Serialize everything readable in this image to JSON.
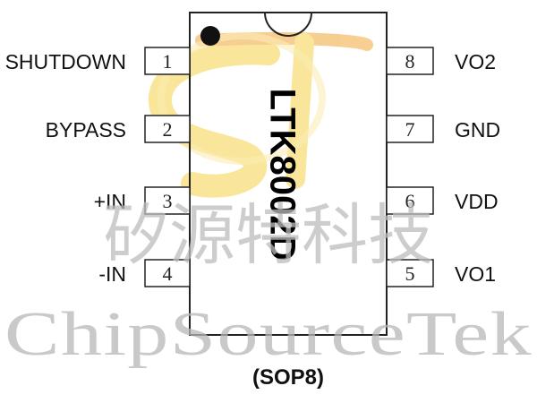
{
  "chip": {
    "part_number": "LTK8002D",
    "package": "(SOP8)"
  },
  "pins_left": [
    {
      "number": "1",
      "label": "SHUTDOWN"
    },
    {
      "number": "2",
      "label": "BYPASS"
    },
    {
      "number": "3",
      "label": "+IN"
    },
    {
      "number": "4",
      "label": "-IN"
    }
  ],
  "pins_right": [
    {
      "number": "8",
      "label": "VO2"
    },
    {
      "number": "7",
      "label": "GND"
    },
    {
      "number": "6",
      "label": "VDD"
    },
    {
      "number": "5",
      "label": "VO1"
    }
  ],
  "watermark": {
    "chinese": "矽源特科技",
    "english": "ChipSourceTek",
    "logo": "CST"
  },
  "colors": {
    "outline": "#222222",
    "logo_yellow": "#f6d24a",
    "logo_orange": "#f2a73a",
    "watermark_gray": "#bdbdbd"
  }
}
